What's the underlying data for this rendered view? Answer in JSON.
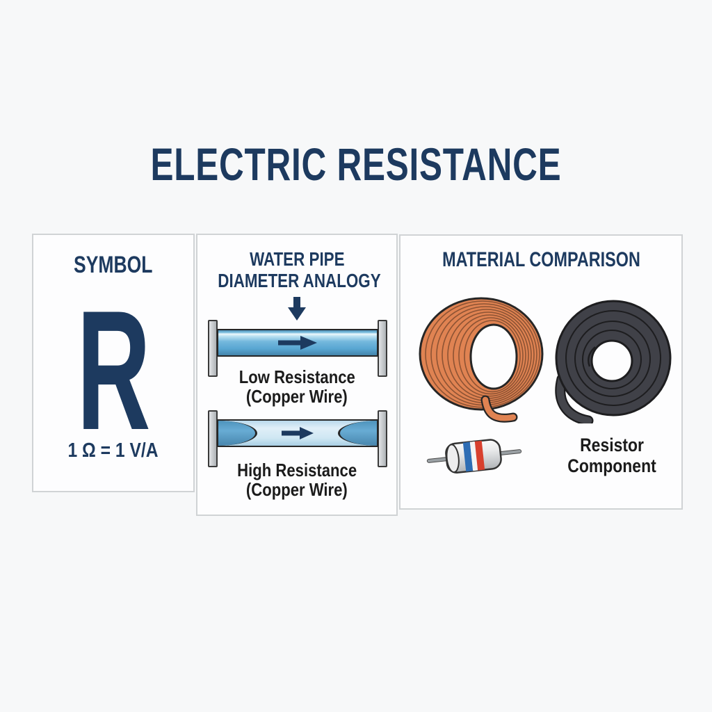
{
  "title": "ELECTRIC RESISTANCE",
  "colors": {
    "navy": "#1d3a5f",
    "text_black": "#1b1b1b",
    "page_bg": "#f7f8f9",
    "panel_bg": "#fdfdfe",
    "panel_border": "#d0d3d5",
    "pipe_blue": "#58a6d2",
    "pipe_light_blue": "#cfe7f3",
    "pipe_cap_gray": "#c6c9cc",
    "copper_orange": "#e08352",
    "coil_dark_gray": "#404148",
    "resistor_band_blue": "#2e6db4",
    "resistor_band_red": "#d8402e"
  },
  "icons": {
    "down_arrow": "down-arrow-icon",
    "flow_arrow": "flow-arrow-icon",
    "copper_coil": "copper-wire-coil-illustration",
    "dark_coil": "dark-resistive-coil-illustration",
    "resistor": "resistor-component-illustration"
  },
  "panels": {
    "symbol": {
      "heading": "SYMBOL",
      "letter": "R",
      "formula": "1 Ω = 1 V/A"
    },
    "analogy": {
      "heading_line1": "WATER PIPE",
      "heading_line2": "DIAMETER ANALOGY",
      "low": {
        "label_line1": "Low Resistance",
        "label_line2": "(Copper Wire)"
      },
      "high": {
        "label_line1": "High Resistance",
        "label_line2": "(Copper Wire)"
      }
    },
    "materials": {
      "heading": "MATERIAL COMPARISON",
      "items": [
        {
          "name": "copper-wire-coil"
        },
        {
          "name": "dark-resistive-coil"
        }
      ],
      "resistor_label_line1": "Resistor",
      "resistor_label_line2": "Component"
    }
  }
}
